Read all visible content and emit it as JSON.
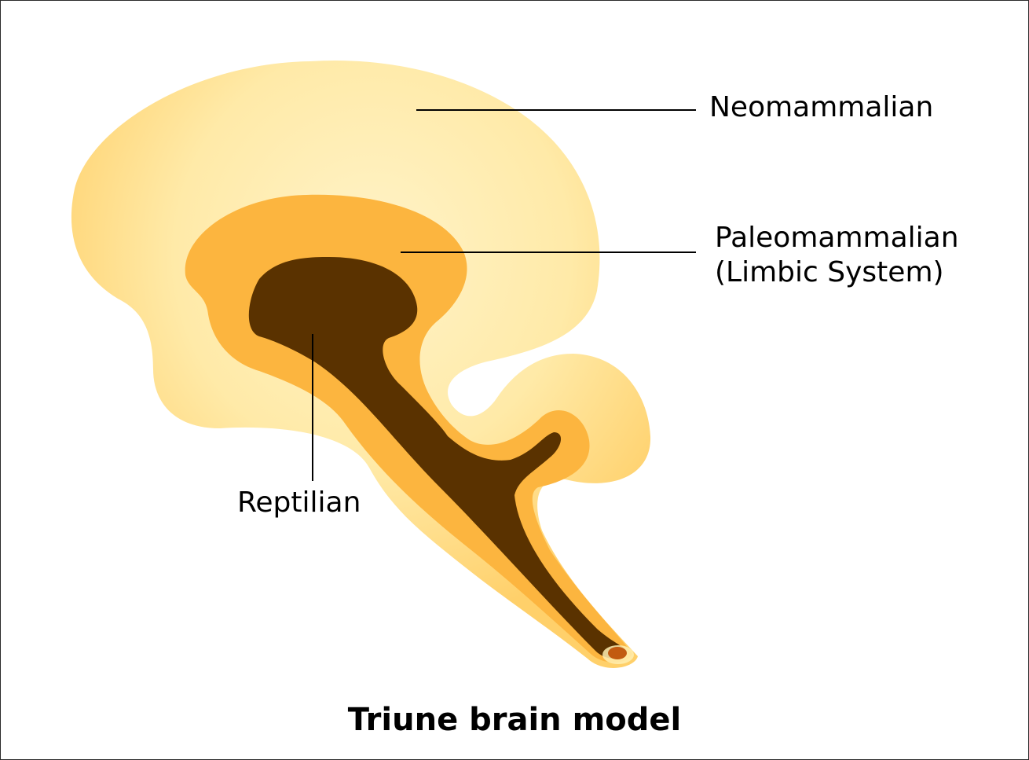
{
  "diagram": {
    "title": "Triune brain model",
    "labels": {
      "neomammalian": "Neomammalian",
      "paleomammalian": "Paleomammalian",
      "paleomammalian_sub": "(Limbic System)",
      "reptilian": "Reptilian"
    },
    "colors": {
      "neomammalian": "#FFD77A",
      "neomammalian_light": "#FFF1C2",
      "paleomammalian": "#FCB53F",
      "reptilian": "#5A3200",
      "leader_line": "#000000"
    }
  }
}
